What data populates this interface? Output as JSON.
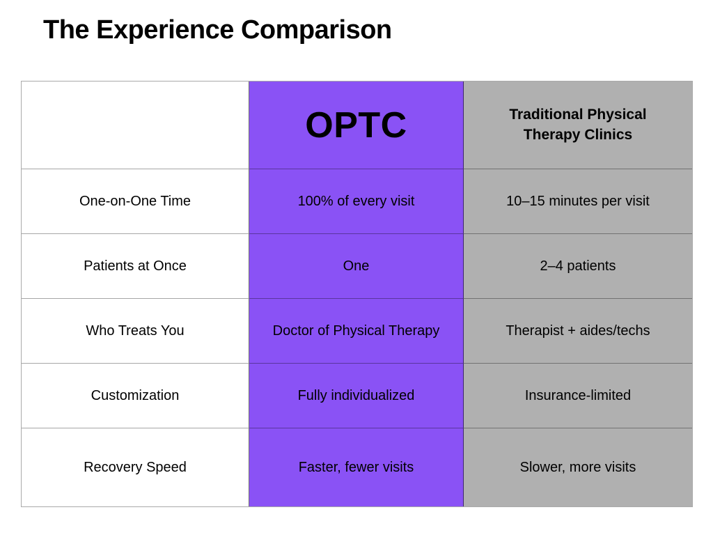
{
  "slide": {
    "title": "The Experience Comparison"
  },
  "table": {
    "columns": [
      {
        "key": "feature",
        "label": ""
      },
      {
        "key": "optc",
        "label": "OPTC"
      },
      {
        "key": "traditional",
        "label": "Traditional Physical Therapy Clinics"
      }
    ],
    "rows": [
      {
        "feature": "One-on-One Time",
        "optc": "100% of every visit",
        "traditional": "10–15 minutes per visit"
      },
      {
        "feature": "Patients at Once",
        "optc": "One",
        "traditional": "2–4 patients"
      },
      {
        "feature": "Who Treats You",
        "optc": "Doctor of Physical Therapy",
        "traditional": "Therapist + aides/techs"
      },
      {
        "feature": "Customization",
        "optc": "Fully individualized",
        "traditional": "Insurance-limited"
      },
      {
        "feature": "Recovery Speed",
        "optc": "Faster, fewer visits",
        "traditional": "Slower, more visits"
      }
    ],
    "colors": {
      "optc_bg": "#8a52f5",
      "traditional_bg": "#b0b0b0",
      "h_line": "rgba(0,0,0,0.35)",
      "v_line": "rgba(0,0,0,0.55)",
      "outer_border": "#a9a9a9",
      "text": "#000000"
    }
  }
}
